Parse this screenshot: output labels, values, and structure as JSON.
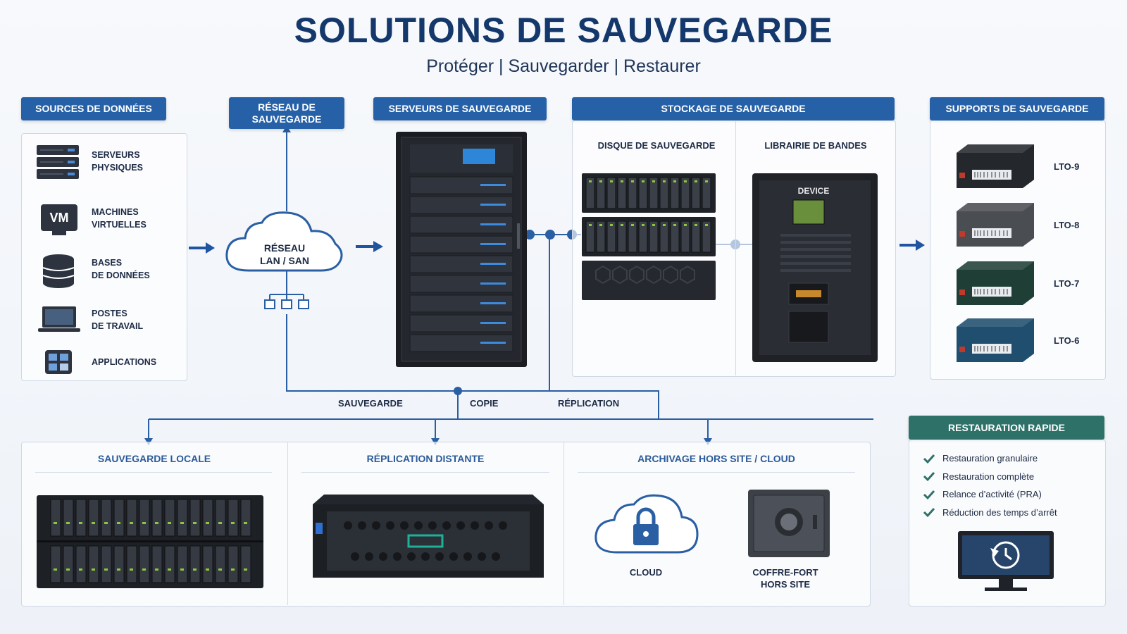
{
  "header": {
    "title": "SOLUTIONS DE SAUVEGARDE",
    "subtitle": "Protéger | Sauvegarder | Restaurer"
  },
  "sources": {
    "title": "SOURCES DE DONNÉES",
    "items": [
      {
        "line1": "SERVEURS",
        "line2": "PHYSIQUES",
        "icon": "server-icon"
      },
      {
        "line1": "MACHINES",
        "line2": "VIRTUELLES",
        "icon": "vm-icon",
        "badge": "VM"
      },
      {
        "line1": "BASES",
        "line2": "DE DONNÉES",
        "icon": "database-icon"
      },
      {
        "line1": "POSTES",
        "line2": "DE TRAVAIL",
        "icon": "laptop-icon"
      },
      {
        "line1": "APPLICATIONS",
        "line2": "",
        "icon": "apps-icon"
      }
    ]
  },
  "network": {
    "title_line1": "RÉSEAU DE",
    "title_line2": "SAUVEGARDE",
    "cloud_line1": "RÉSEAU",
    "cloud_line2": "LAN / SAN"
  },
  "servers": {
    "title": "SERVEURS DE SAUVEGARDE"
  },
  "storage": {
    "title": "STOCKAGE DE SAUVEGARDE",
    "disk": "DISQUE DE SAUVEGARDE",
    "tape": "LIBRAIRIE DE BANDES",
    "tape_brand": "DEVICE"
  },
  "media": {
    "title": "SUPPORTS DE SAUVEGARDE",
    "items": [
      {
        "label": "LTO-9",
        "color": "#24272c"
      },
      {
        "label": "LTO-8",
        "color": "#4a4d52"
      },
      {
        "label": "LTO-7",
        "color": "#1f3f36"
      },
      {
        "label": "LTO-6",
        "color": "#1f4e6e"
      }
    ]
  },
  "flow": {
    "labels": [
      "SAUVEGARDE",
      "COPIE",
      "RÉPLICATION"
    ]
  },
  "bottom": {
    "local": "SAUVEGARDE LOCALE",
    "remote": "RÉPLICATION DISTANTE",
    "archive": "ARCHIVAGE HORS SITE / CLOUD",
    "cloud": "CLOUD",
    "safe_line1": "COFFRE-FORT",
    "safe_line2": "HORS SITE"
  },
  "restore": {
    "title": "RESTAURATION RAPIDE",
    "items": [
      "Restauration granulaire",
      "Restauration complète",
      "Relance d’activité (PRA)",
      "Réduction des temps d’arrêt"
    ]
  },
  "colors": {
    "primary": "#2661a8",
    "title": "#14386b",
    "green": "#2d7168",
    "line": "#2a5fa3"
  }
}
